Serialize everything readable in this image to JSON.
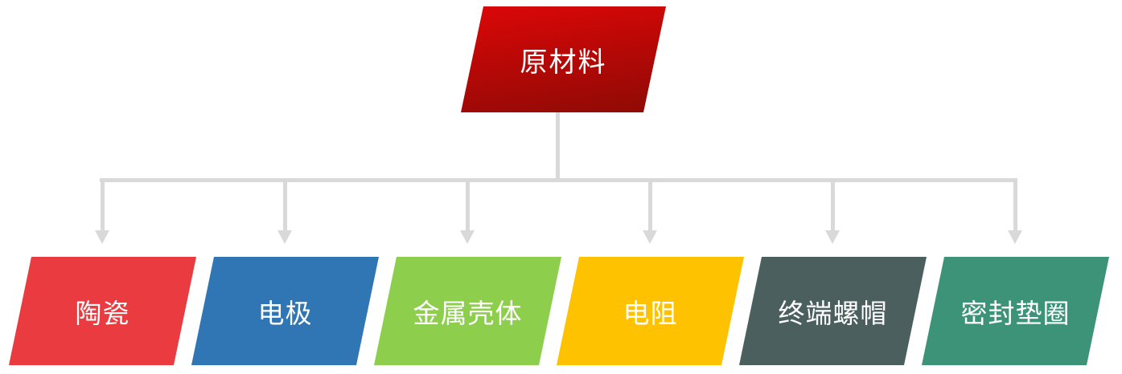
{
  "diagram": {
    "background_color": "#ffffff",
    "connector_color": "#d9d9d9",
    "text_color": "#ffffff",
    "root": {
      "label": "原材料",
      "gradient_top": "#dc0707",
      "gradient_bottom": "#8e0a05"
    },
    "children": [
      {
        "label": "陶瓷",
        "color": "#e93b40"
      },
      {
        "label": "电极",
        "color": "#3076b5"
      },
      {
        "label": "金属壳体",
        "color": "#8dce4d"
      },
      {
        "label": "电阻",
        "color": "#fec200"
      },
      {
        "label": "终端螺帽",
        "color": "#4c5f5f"
      },
      {
        "label": "密封垫圈",
        "color": "#3c9377"
      }
    ]
  }
}
